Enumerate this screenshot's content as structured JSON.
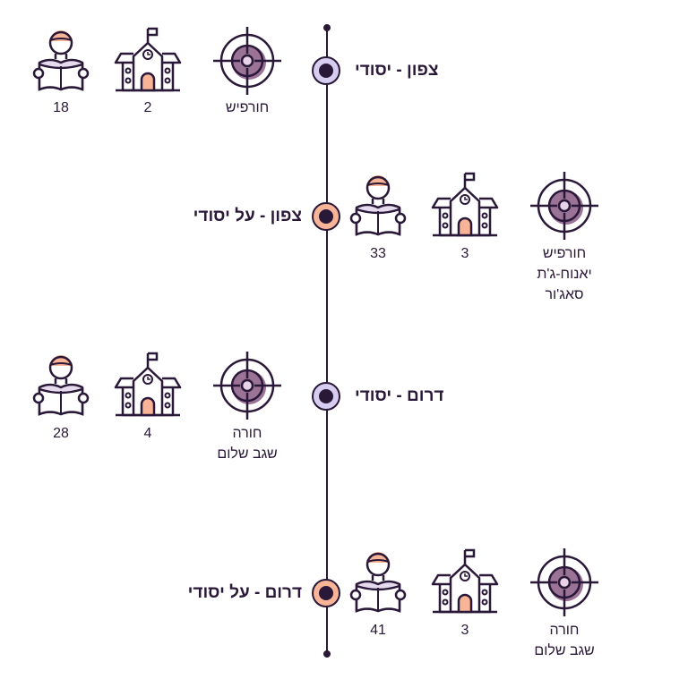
{
  "colors": {
    "ink": "#2a1838",
    "elementary": "#d6cdf0",
    "secondary": "#f7b497",
    "target": "#9a7397",
    "target_light": "#e8d3e8"
  },
  "rows": [
    {
      "label": "צפון - יסודי",
      "type": "elementary",
      "location": [
        "חורפיש"
      ],
      "schools": "2",
      "students": "18"
    },
    {
      "label": "צפון - על יסודי",
      "type": "secondary",
      "location": [
        "חורפיש",
        "יאנוח-ג'ת",
        "סאג'ור"
      ],
      "schools": "3",
      "students": "33"
    },
    {
      "label": "דרום - יסודי",
      "type": "elementary",
      "location": [
        "חורה",
        "שגב שלום"
      ],
      "schools": "4",
      "students": "28"
    },
    {
      "label": "דרום - על יסודי",
      "type": "secondary",
      "location": [
        "חורה",
        "שגב שלום"
      ],
      "schools": "3",
      "students": "41"
    }
  ]
}
